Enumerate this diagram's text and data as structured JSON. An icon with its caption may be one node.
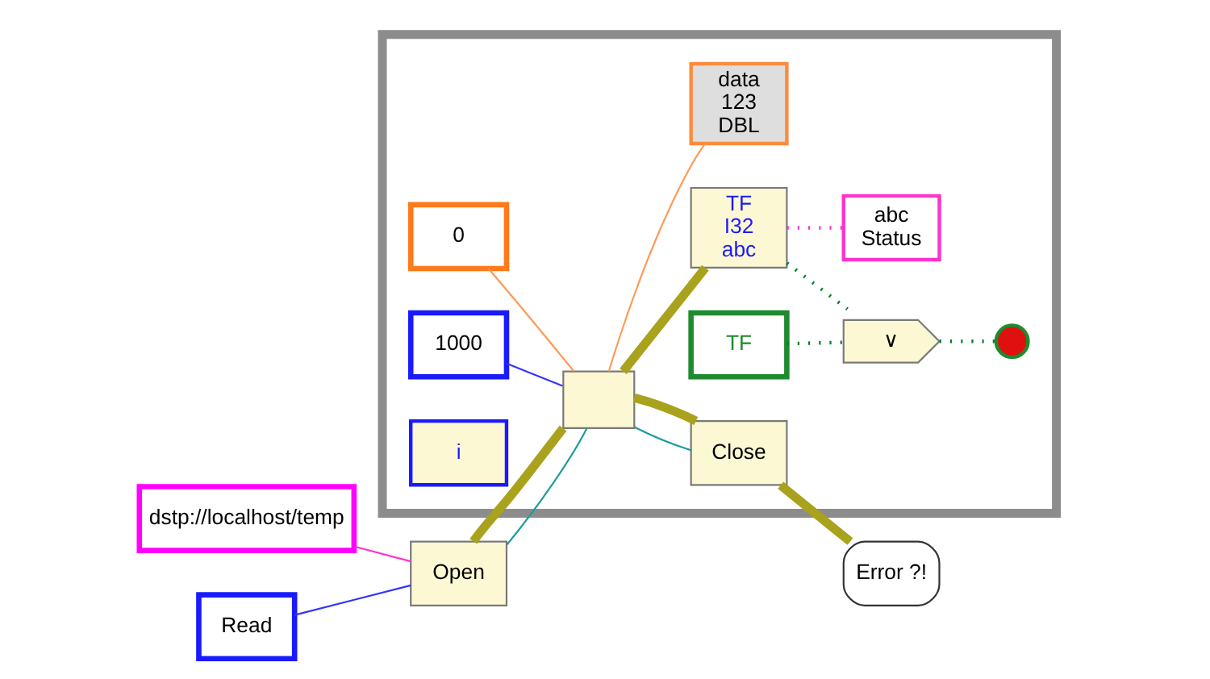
{
  "diagram": {
    "nodes": [
      {
        "text": [],
        "shape": "box"
      },
      {
        "text": [
          "data",
          "123",
          "DBL"
        ],
        "in": 0
      },
      {
        "text": [
          "0"
        ],
        "in": 0
      },
      {
        "text": [
          "dstp://localhost/temp"
        ]
      },
      {
        "text": [
          "Open"
        ]
      },
      {
        "text": [],
        "shape": "box",
        "in": 0
      },
      {
        "text": [
          "Close"
        ],
        "in": 0
      },
      {
        "text": [
          "Error ?!"
        ]
      },
      {
        "text": [
          "Read"
        ]
      },
      {
        "text": [
          "1000"
        ],
        "in": 0
      },
      {
        "text": [
          "TF",
          "I32",
          "abc"
        ],
        "in": 0
      },
      {
        "text": [
          "abc",
          "Status"
        ],
        "in": 0
      },
      {
        "text": [
          "TF"
        ],
        "in": 0
      },
      {
        "text": [
          "∨"
        ],
        "in": 0
      },
      {
        "text": [],
        "shape": "circle",
        "in": 0
      },
      {
        "text": [
          "i"
        ],
        "in": 0
      }
    ],
    "edges": [
      {
        "from": 3,
        "to": 4,
        "arrow": "none",
        "color": "#ff33cc"
      },
      {
        "from": 8,
        "to": 4,
        "arrow": "none",
        "color": "#3333ff"
      },
      {
        "from": 4,
        "to": 5,
        "arrow": "none",
        "color": "#1c9c9c"
      },
      {
        "from": 4,
        "to": 5,
        "arrow": "none",
        "style": "thick"
      },
      {
        "from": 2,
        "to": 5,
        "arrow": "none",
        "color": "#ff9955"
      },
      {
        "from": 9,
        "to": 5,
        "arrow": "none",
        "color": "#3333ff"
      },
      {
        "from": 5,
        "to": 1,
        "arrow": "none",
        "color": "#ff9955"
      },
      {
        "from": 5,
        "to": 6,
        "arrow": "none",
        "color": "#1c9c9c"
      },
      {
        "from": 5,
        "to": 6,
        "arrow": "none",
        "style": "thick"
      },
      {
        "from": 5,
        "to": 10,
        "arrow": "none",
        "style": "thick"
      },
      {
        "from": 6,
        "to": 7,
        "arrow": "none",
        "style": "thick"
      },
      {
        "from": 10,
        "to": 11,
        "arrow": "none",
        "style": "dashed",
        "color": "#ff33cc"
      },
      {
        "from": 10,
        "to": 13,
        "arrow": "none",
        "style": "dashed",
        "color": "#00802b"
      },
      {
        "from": 12,
        "to": 13,
        "arrow": "none",
        "style": "dashed",
        "color": "#00802b"
      },
      {
        "from": 13,
        "to": 14,
        "arrow": "none",
        "style": "dashed",
        "color": "#00802b"
      }
    ]
  }
}
